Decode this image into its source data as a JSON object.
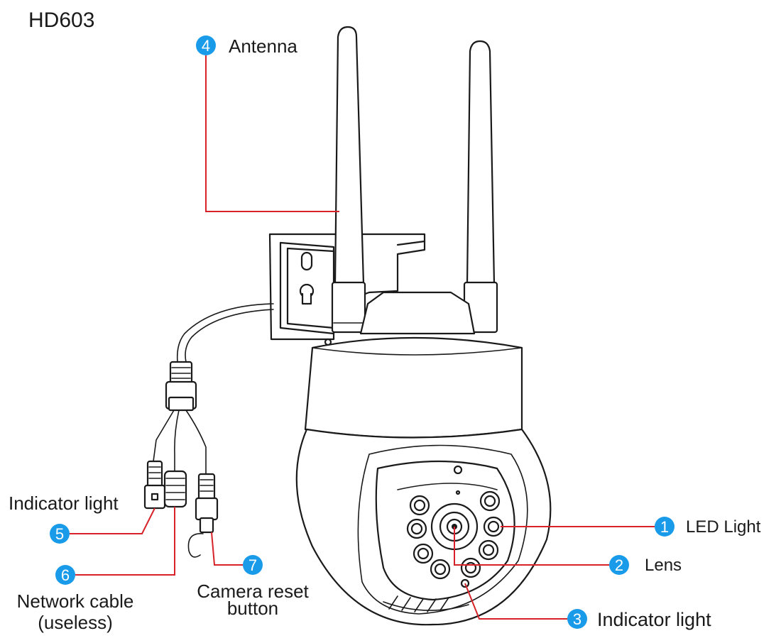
{
  "title": "HD603",
  "colors": {
    "callout_badge": "#1a9bea",
    "leader_line": "#d6232a",
    "ink": "#1a1a1a"
  },
  "callouts": [
    {
      "number": "1",
      "label": "LED Light"
    },
    {
      "number": "2",
      "label": "Lens"
    },
    {
      "number": "3",
      "label": "Indicator light"
    },
    {
      "number": "4",
      "label": "Antenna"
    },
    {
      "number": "5",
      "label": "Indicator light"
    },
    {
      "number": "6",
      "label": "Network cable",
      "label_line2": "(useless)"
    },
    {
      "number": "7",
      "label": "Camera reset",
      "label_line2": "button"
    }
  ]
}
